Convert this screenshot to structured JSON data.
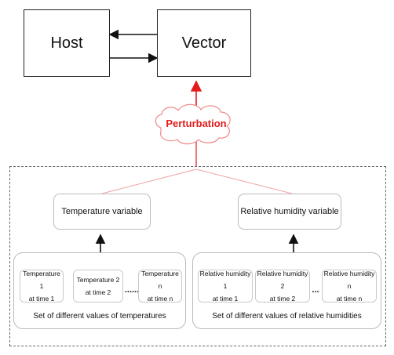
{
  "top": {
    "host_label": "Host",
    "vector_label": "Vector"
  },
  "perturbation": {
    "label": "Perturbation",
    "color": "#e31b1b"
  },
  "left": {
    "variable_label": "Temperature variable",
    "items": [
      {
        "line1": "Temperature 1",
        "line2": "at time 1"
      },
      {
        "line1": "Temperature 2",
        "line2": "at time 2"
      },
      {
        "line1": "Temperature n",
        "line2": "at time n"
      }
    ],
    "dots": "......",
    "set_label": "Set of different values of temperatures"
  },
  "right": {
    "variable_label": "Relative humidity variable",
    "items": [
      {
        "line1": "Relative humidity 1",
        "line2": "at time 1"
      },
      {
        "line1": "Relative humidity 2",
        "line2": "at time 2"
      },
      {
        "line1": "Relative humidity n",
        "line2": "at time n"
      }
    ],
    "dots": "...",
    "set_label": "Set of different values of relative humidities"
  }
}
